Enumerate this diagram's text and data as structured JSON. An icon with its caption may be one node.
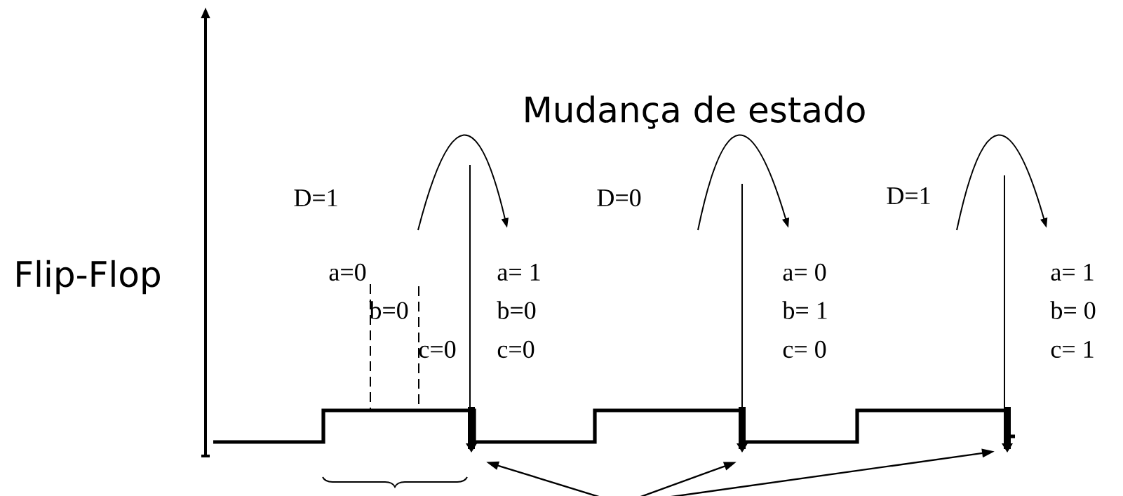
{
  "diagram": {
    "nodes": [
      {
        "text": [],
        "shape": "bar"
      },
      {
        "text": [],
        "shape": "bar"
      },
      {
        "text": [],
        "shape": "bar"
      }
    ],
    "edges": [
      {
        "from": null,
        "to": 0,
        "arrow": "to"
      },
      {
        "from": null,
        "to": 1,
        "arrow": "to"
      },
      {
        "from": null,
        "to": 2,
        "arrow": "to"
      }
    ],
    "labels": [
      "Mudança de estado",
      "Flip-Flop",
      "D=1",
      "a=0",
      "b=0",
      "c=0",
      "a= 1",
      "b=0",
      "c=0",
      "D=0",
      "a= 0",
      "b= 1",
      "c= 0",
      "D=1",
      "a= 1",
      "b= 0",
      "c= 1"
    ]
  }
}
